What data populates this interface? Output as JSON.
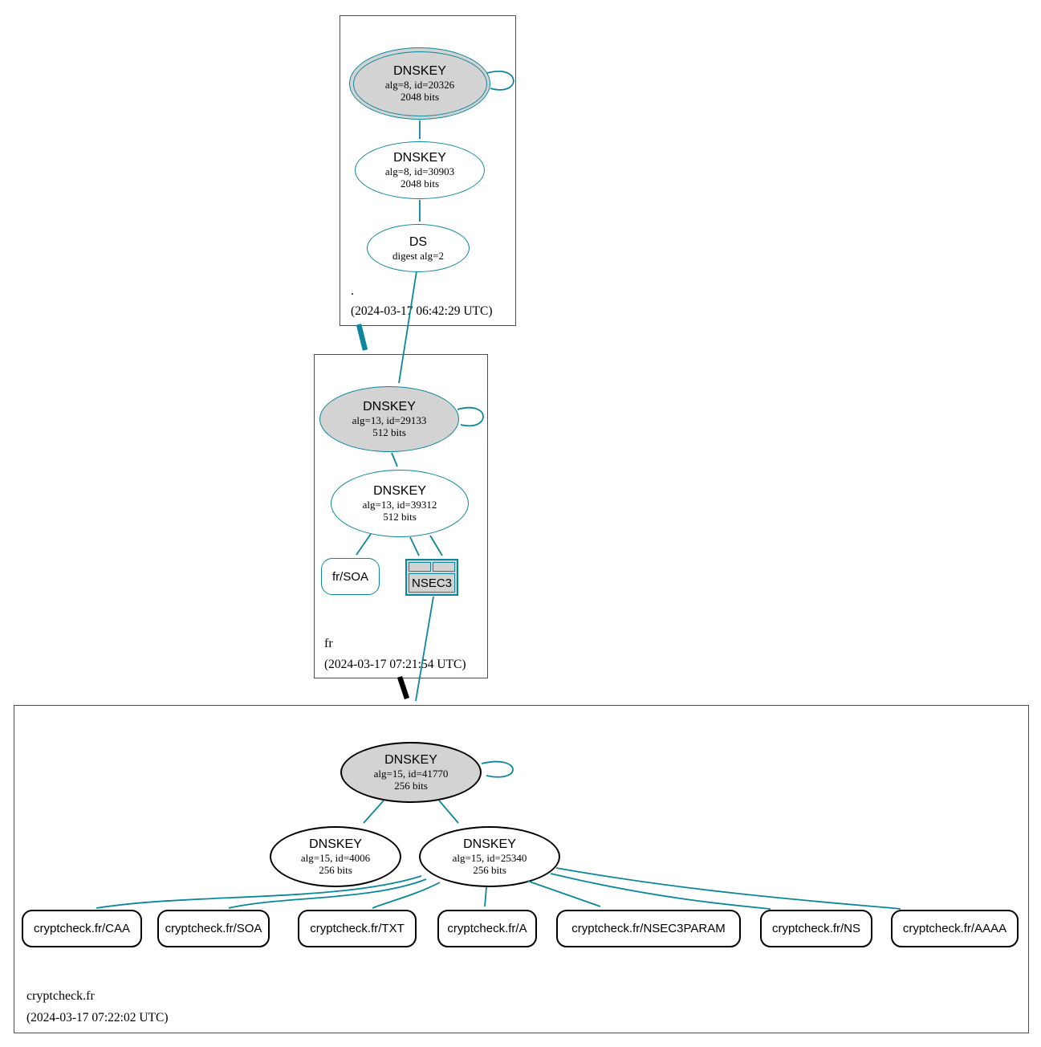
{
  "diagram_type": "dnssec-authentication-chain",
  "colors": {
    "secure_edge": "#0a879a",
    "insecure_node_border": "#000000",
    "ksk_fill": "#d3d3d3",
    "node_fill": "#ffffff"
  },
  "zones": [
    {
      "name": ".",
      "timestamp": "(2024-03-17 06:42:29 UTC)",
      "nodes": {
        "ksk": {
          "title": "DNSKEY",
          "line2": "alg=8, id=20326",
          "line3": "2048 bits"
        },
        "zsk": {
          "title": "DNSKEY",
          "line2": "alg=8, id=30903",
          "line3": "2048 bits"
        },
        "ds": {
          "title": "DS",
          "line2": "digest alg=2"
        }
      }
    },
    {
      "name": "fr",
      "timestamp": "(2024-03-17 07:21:54 UTC)",
      "nodes": {
        "ksk": {
          "title": "DNSKEY",
          "line2": "alg=13, id=29133",
          "line3": "512 bits"
        },
        "zsk": {
          "title": "DNSKEY",
          "line2": "alg=13, id=39312",
          "line3": "512 bits"
        },
        "soa": {
          "label": "fr/SOA"
        },
        "nsec3": {
          "label": "NSEC3"
        }
      }
    },
    {
      "name": "cryptcheck.fr",
      "timestamp": "(2024-03-17 07:22:02 UTC)",
      "nodes": {
        "ksk": {
          "title": "DNSKEY",
          "line2": "alg=15, id=41770",
          "line3": "256 bits"
        },
        "zsk1": {
          "title": "DNSKEY",
          "line2": "alg=15, id=4006",
          "line3": "256 bits"
        },
        "zsk2": {
          "title": "DNSKEY",
          "line2": "alg=15, id=25340",
          "line3": "256 bits"
        },
        "rrsets": [
          {
            "label": "cryptcheck.fr/CAA"
          },
          {
            "label": "cryptcheck.fr/SOA"
          },
          {
            "label": "cryptcheck.fr/TXT"
          },
          {
            "label": "cryptcheck.fr/A"
          },
          {
            "label": "cryptcheck.fr/NSEC3PARAM"
          },
          {
            "label": "cryptcheck.fr/NS"
          },
          {
            "label": "cryptcheck.fr/AAAA"
          }
        ]
      }
    }
  ]
}
